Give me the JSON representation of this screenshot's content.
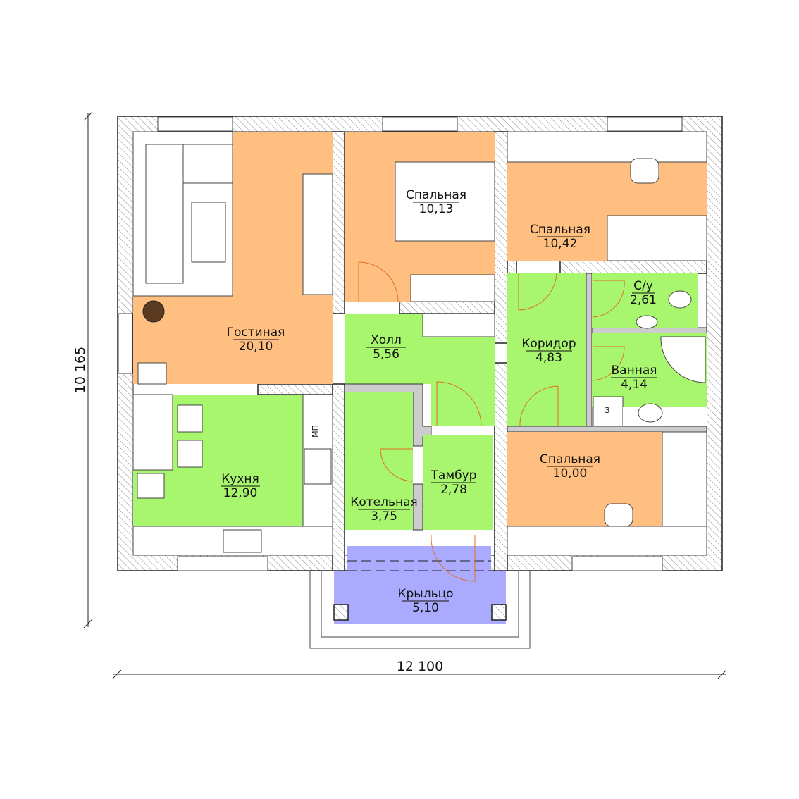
{
  "colors": {
    "living": "#ffbf80",
    "service": "#a8f56e",
    "porch": "#aaaaff"
  },
  "rooms": {
    "living": {
      "name": "Гостиная",
      "area": "20,10"
    },
    "bedroom1": {
      "name": "Спальная",
      "area": "10,13"
    },
    "bedroom2": {
      "name": "Спальная",
      "area": "10,42"
    },
    "hall": {
      "name": "Холл",
      "area": "5,56"
    },
    "corridor": {
      "name": "Коридор",
      "area": "4,83"
    },
    "wc": {
      "name": "С/у",
      "area": "2,61"
    },
    "bath": {
      "name": "Ванная",
      "area": "4,14"
    },
    "kitchen": {
      "name": "Кухня",
      "area": "12,90"
    },
    "boiler": {
      "name": "Котельная",
      "area": "3,75"
    },
    "vestibule": {
      "name": "Тамбур",
      "area": "2,78"
    },
    "bedroom3": {
      "name": "Спальная",
      "area": "10,00"
    },
    "porch": {
      "name": "Крыльцо",
      "area": "5,10"
    }
  },
  "labels": {
    "dishwasher": "МП",
    "storage": "З"
  },
  "dimensions": {
    "height": "10 165",
    "width": "12 100"
  }
}
